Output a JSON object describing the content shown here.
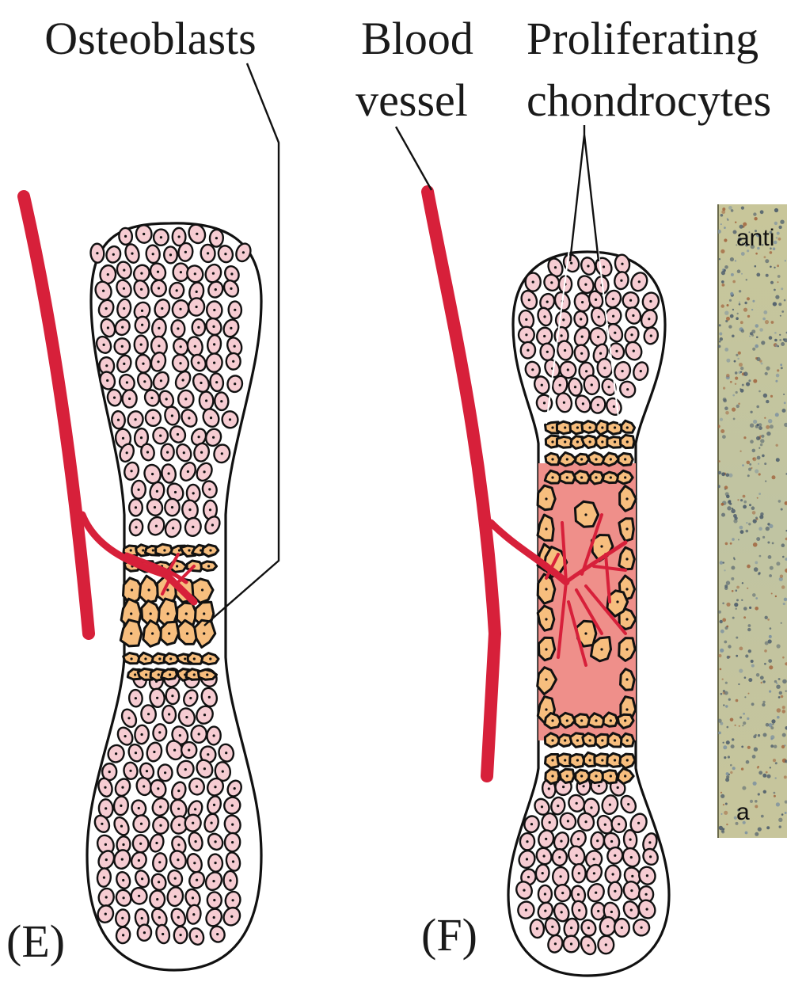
{
  "labels": {
    "osteoblasts": "Osteoblasts",
    "blood_vessel_line1": "Blood",
    "blood_vessel_line2": "vessel",
    "proliferating_line1": "Proliferating",
    "proliferating_line2": "chondrocytes",
    "panel_e": "(E)",
    "panel_f": "(F)",
    "photo_top": "anti",
    "photo_bottom": "a"
  },
  "colors": {
    "vessel": "#d7203a",
    "hypertrophic_cell": "#f7be7e",
    "resting_cell": "#f6ccd2",
    "marrow_cavity": "#ef8f8a",
    "photo_background": "#c9c79a",
    "outline": "#111111"
  }
}
